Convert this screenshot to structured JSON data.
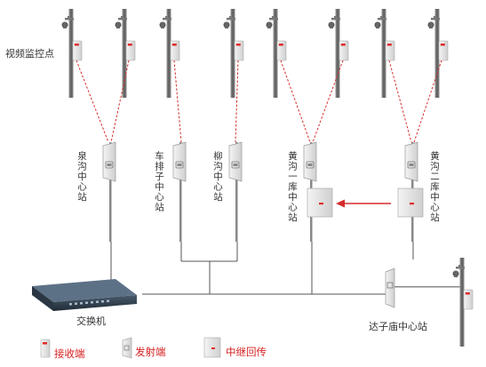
{
  "labels": {
    "camera_points": "视频监控点",
    "switch": "交换机",
    "dazimiao": "达子庙中心站"
  },
  "stations": [
    {
      "name": "泉沟中心站"
    },
    {
      "name": "车排子中心站"
    },
    {
      "name": "柳沟中心站"
    },
    {
      "name": "黄沟一库中心站"
    },
    {
      "name": "黄沟二库中心站"
    }
  ],
  "legend": {
    "receive": "接收端",
    "transmit": "发射端",
    "relay": "中继回传"
  },
  "colors": {
    "accent": "#d61f1f",
    "pole": "#6e6e6e",
    "link": "#d62a2a",
    "wire": "#555555"
  }
}
